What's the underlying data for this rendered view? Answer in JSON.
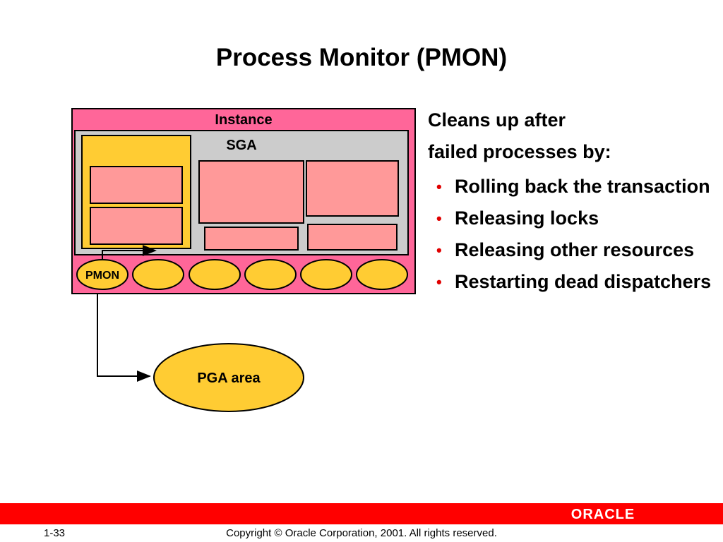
{
  "slide": {
    "title": "Process Monitor (PMON)",
    "page_number": "1-33",
    "copyright": "Copyright © Oracle Corporation, 2001. All rights reserved.",
    "logo": "ORACLE"
  },
  "diagram": {
    "instance_label": "Instance",
    "sga_label": "SGA",
    "pmon_label": "PMON",
    "pga_label": "PGA area",
    "colors": {
      "instance": "#ff6699",
      "sga": "#cccccc",
      "block": "#ff9999",
      "yellow": "#ffcc33",
      "band": "#ff0000"
    }
  },
  "bullets": {
    "intro_line1": "Cleans up after",
    "intro_line2": "failed processes by:",
    "items": [
      "Rolling back the transaction",
      "Releasing locks",
      "Releasing other resources",
      "Restarting dead dispatchers"
    ]
  }
}
